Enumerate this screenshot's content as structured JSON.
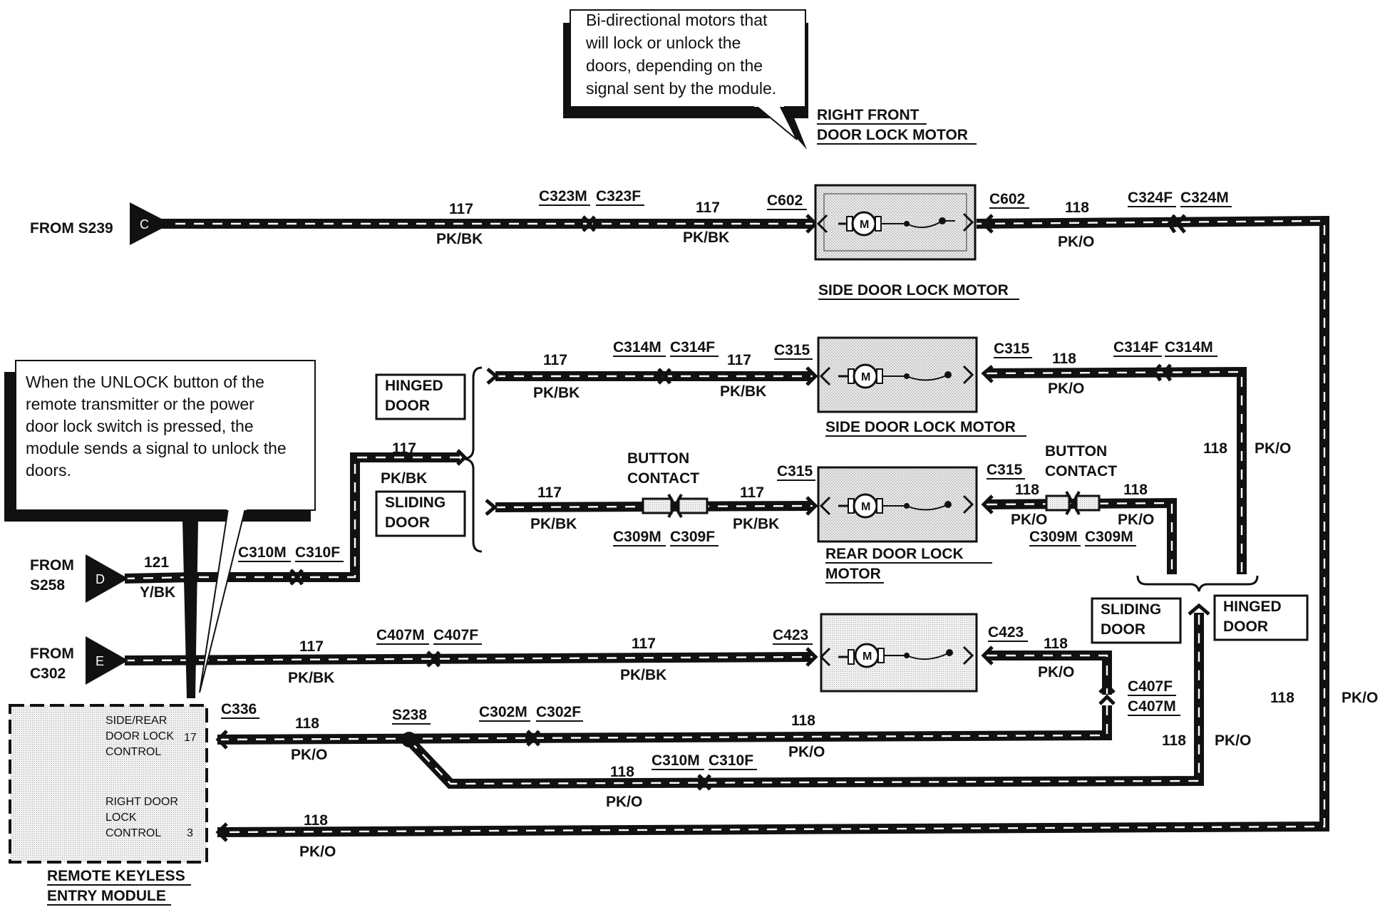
{
  "callouts": {
    "motors": [
      "Bi-directional motors that",
      "will lock or unlock the",
      "doors, depending on the",
      "signal sent by the module."
    ],
    "unlock": [
      "When the UNLOCK button of the",
      "remote transmitter or the power",
      "door lock switch is pressed, the",
      "module sends a signal to unlock the",
      "doors."
    ]
  },
  "sources": {
    "s239": {
      "line1": "FROM S239",
      "pin": "C"
    },
    "s258": {
      "line1": "FROM",
      "line2": "S258",
      "pin": "D"
    },
    "c302": {
      "line1": "FROM",
      "line2": "C302",
      "pin": "E"
    }
  },
  "motors": {
    "right_front": {
      "title1": "RIGHT FRONT",
      "title2": "DOOR LOCK MOTOR"
    },
    "side_title_top": "SIDE DOOR LOCK MOTOR",
    "side_title": "SIDE DOOR LOCK MOTOR",
    "rear_title1": "REAR DOOR LOCK",
    "rear_title2": "MOTOR",
    "symbol": "M"
  },
  "boxes": {
    "hinged1": "HINGED",
    "hinged2": "DOOR",
    "sliding1": "SLIDING",
    "sliding2": "DOOR",
    "button1": "BUTTON",
    "button2": "CONTACT"
  },
  "wires": {
    "c117": "117",
    "c118": "118",
    "c121": "121",
    "pkbk": "PK/BK",
    "pko": "PK/O",
    "ybk": "Y/BK"
  },
  "connectors": {
    "c323m": "C323M",
    "c323f": "C323F",
    "c602": "C602",
    "c324f": "C324F",
    "c324m": "C324M",
    "c314m": "C314M",
    "c314f": "C314F",
    "c315": "C315",
    "c309m": "C309M",
    "c309f": "C309F",
    "c310m": "C310M",
    "c310f": "C310F",
    "c407m": "C407M",
    "c407f": "C407F",
    "c423": "C423",
    "c336": "C336",
    "s238": "S238",
    "c302m": "C302M",
    "c302f": "C302F"
  },
  "module": {
    "pin17_1": "SIDE/REAR",
    "pin17_2": "DOOR LOCK",
    "pin17_3": "CONTROL",
    "pin17": "17",
    "pin3_1": "RIGHT DOOR",
    "pin3_2": "LOCK",
    "pin3_3": "CONTROL",
    "pin3": "3",
    "title1": "REMOTE KEYLESS",
    "title2": "ENTRY MODULE"
  }
}
